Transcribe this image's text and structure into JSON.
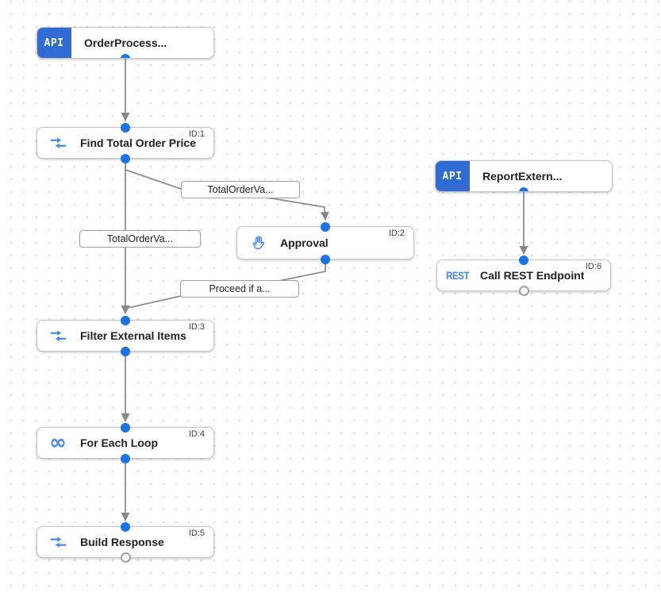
{
  "app": {
    "name": "integration-workflow-canvas"
  },
  "colors": {
    "trigger_block_blue": "#2e6bd4",
    "icon_blue": "#4285f4",
    "port_blue": "#1a73e8",
    "edge_gray": "#8b8d91",
    "node_border": "#c2c6ca",
    "title_text": "#202124",
    "canvas_dot": "#d9dbde"
  },
  "nodes": [
    {
      "title": "OrderProcess...",
      "type": "api-trigger",
      "icon": "api-icon",
      "icon_text": "API"
    },
    {
      "title": "Find Total Order Price",
      "id_label": "ID:1",
      "type": "data-mapping-task",
      "icon": "data-mapping-icon"
    },
    {
      "title": "Approval",
      "id_label": "ID:2",
      "type": "approval-task",
      "icon": "hand-icon"
    },
    {
      "title": "Filter External Items",
      "id_label": "ID:3",
      "type": "data-mapping-task",
      "icon": "data-mapping-icon"
    },
    {
      "title": "For Each Loop",
      "id_label": "ID:4",
      "type": "loop-task",
      "icon": "infinity-icon",
      "icon_glyph": "∞"
    },
    {
      "title": "Build Response",
      "id_label": "ID:5",
      "type": "data-mapping-task",
      "icon": "data-mapping-icon"
    },
    {
      "title": "ReportExtern...",
      "type": "api-trigger",
      "icon": "api-icon",
      "icon_text": "API"
    },
    {
      "title": "Call REST Endpoint",
      "id_label": "ID:6",
      "type": "rest-task",
      "icon": "rest-icon",
      "icon_text": "REST"
    }
  ],
  "edge_labels": [
    {
      "text": "TotalOrderVa..."
    },
    {
      "text": "TotalOrderVa..."
    },
    {
      "text": "Proceed if a..."
    }
  ]
}
